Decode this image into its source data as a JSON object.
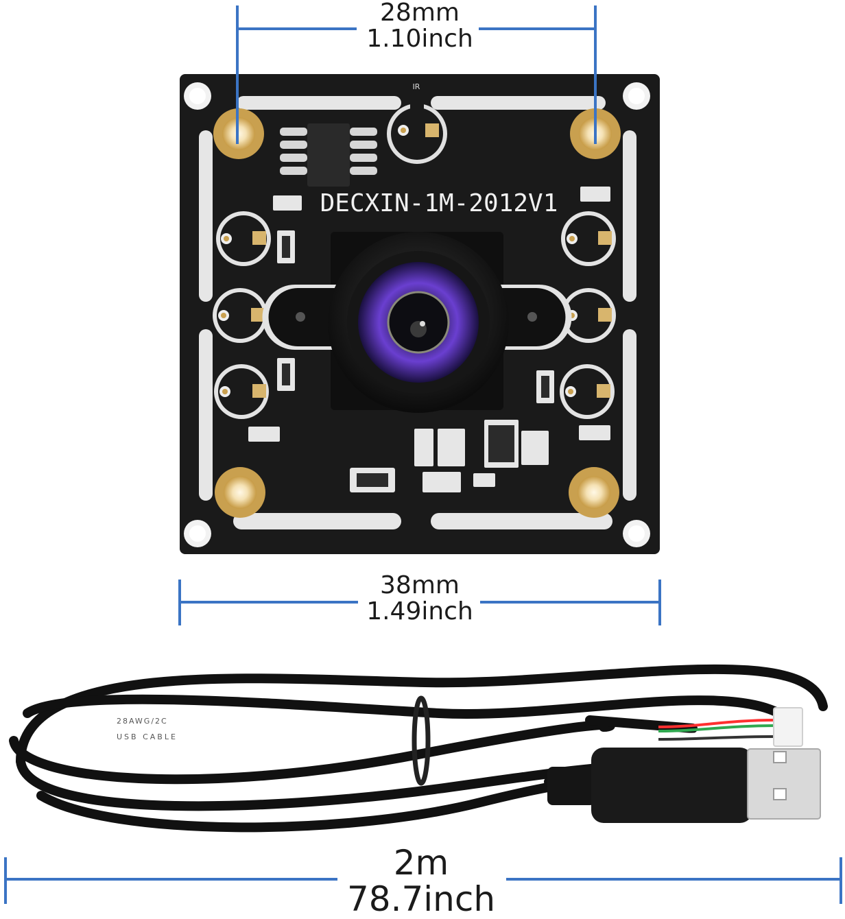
{
  "board": {
    "silkscreen_text": "DECXIN-1M-2012V1",
    "ir_label": "IR"
  },
  "dimensions": {
    "hole_spacing": {
      "mm": "28mm",
      "inch": "1.10inch"
    },
    "board_width": {
      "mm": "38mm",
      "inch": "1.49inch"
    },
    "cable_length": {
      "m": "2m",
      "inch": "78.7inch"
    }
  },
  "cable": {
    "print_1": "28AWG/2C",
    "print_2": "USB CABLE"
  },
  "colors": {
    "dimension_line": "#3b74c4",
    "pcb": "#1a1a1a",
    "gold_pad": "#d8b56d",
    "lens_purple": "#6a3fd0"
  }
}
